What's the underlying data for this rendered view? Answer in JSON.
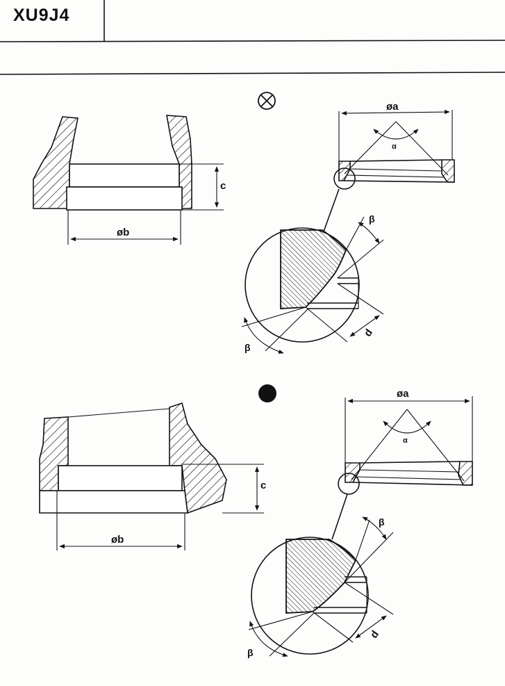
{
  "header": {
    "engine_code": "XU9J4"
  },
  "symbols": {
    "exhaust": "circle-cross-icon",
    "intake": "filled-circle-icon"
  },
  "labels": {
    "a": "øa",
    "b": "øb",
    "c": "c",
    "d": "d",
    "alpha": "α",
    "beta": "β"
  }
}
